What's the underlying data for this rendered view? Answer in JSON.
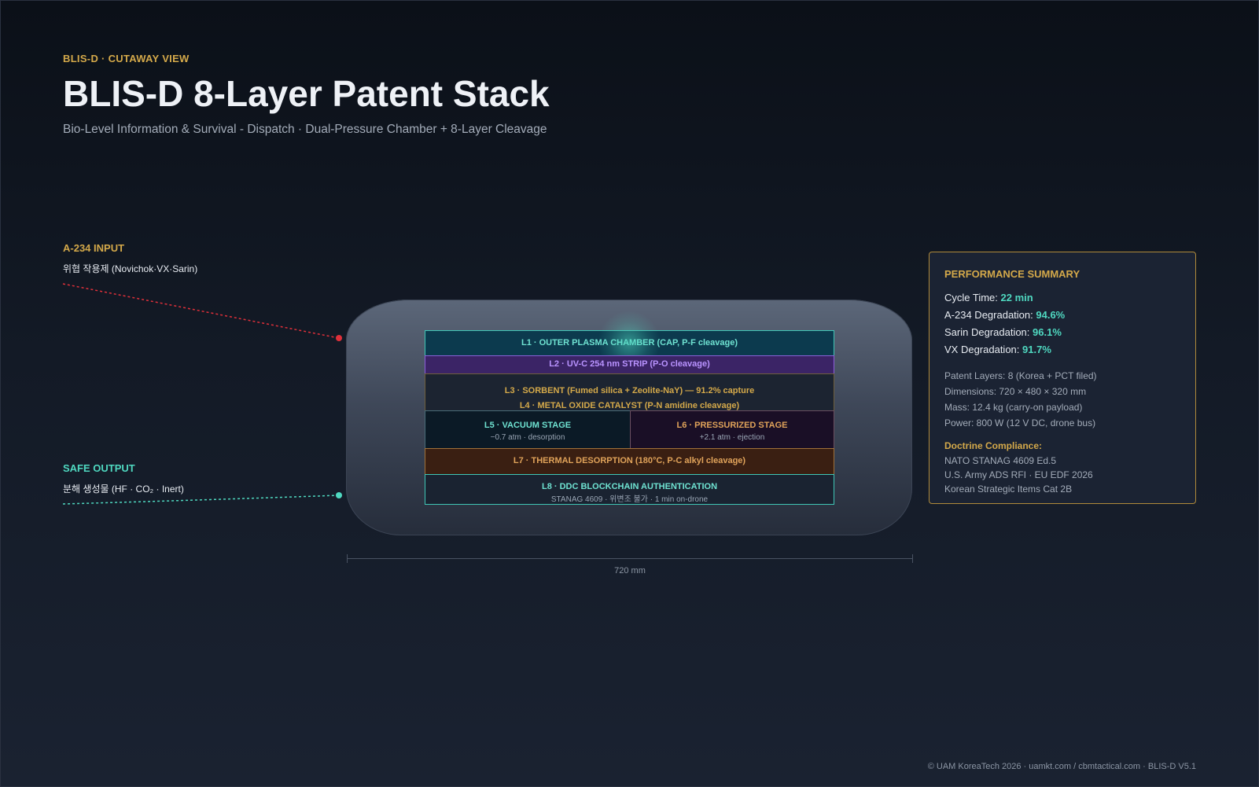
{
  "header": {
    "eyebrow": "BLIS-D · CUTAWAY VIEW",
    "title": "BLIS-D 8-Layer Patent Stack",
    "subtitle": "Bio-Level Information & Survival - Dispatch · Dual-Pressure Chamber + 8-Layer Cleavage"
  },
  "input": {
    "label": "A-234 INPUT",
    "sub": "위협 작용제 (Novichok·VX·Sarin)"
  },
  "output": {
    "label": "SAFE OUTPUT",
    "sub": "분해 생성물 (HF · CO₂ · Inert)"
  },
  "layers": {
    "l1": "L1 · OUTER PLASMA CHAMBER (CAP, P-F cleavage)",
    "l2": "L2 · UV-C 254 nm STRIP (P-O cleavage)",
    "l3": "L3 · SORBENT (Fumed silica + Zeolite-NaY) — 91.2% capture",
    "l4": "L4 · METAL OXIDE CATALYST (P-N amidine cleavage)",
    "l5": {
      "title": "L5 · VACUUM STAGE",
      "sub": "−0.7 atm · desorption"
    },
    "l6": {
      "title": "L6 · PRESSURIZED STAGE",
      "sub": "+2.1 atm · ejection"
    },
    "l7": "L7 · THERMAL DESORPTION (180°C, P-C alkyl cleavage)",
    "l8": {
      "title": "L8 · DDC BLOCKCHAIN AUTHENTICATION",
      "sub": "STANAG 4609 · 위변조 불가 · 1 min on-drone"
    }
  },
  "dimension": "720 mm",
  "performance": {
    "title": "PERFORMANCE SUMMARY",
    "metrics": [
      {
        "label": "Cycle Time:",
        "value": "22 min"
      },
      {
        "label": "A-234 Degradation:",
        "value": "94.6%"
      },
      {
        "label": "Sarin Degradation:",
        "value": "96.1%"
      },
      {
        "label": "VX Degradation:",
        "value": "91.7%"
      }
    ],
    "specs": [
      "Patent Layers: 8 (Korea + PCT filed)",
      "Dimensions: 720 × 480 × 320 mm",
      "Mass: 12.4 kg (carry-on payload)",
      "Power: 800 W (12 V DC, drone bus)"
    ],
    "doctrine_title": "Doctrine Compliance:",
    "doctrine": [
      "NATO STANAG 4609 Ed.5",
      "U.S. Army ADS RFI · EU EDF 2026",
      "Korean Strategic Items Cat 2B"
    ]
  },
  "footer": "© UAM KoreaTech 2026 · uamkt.com / cbmtactical.com · BLIS-D V5.1",
  "colors": {
    "accent_gold": "#d4a94a",
    "accent_teal": "#4fd8c0",
    "threat_red": "#e0303a"
  }
}
